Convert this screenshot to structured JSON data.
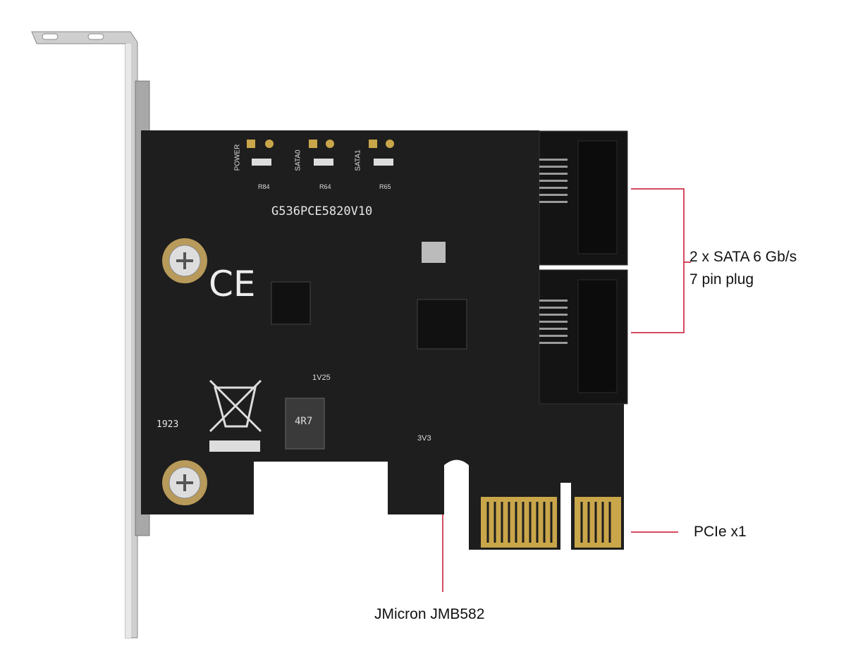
{
  "callouts": {
    "sata": {
      "line1": "2 x SATA 6 Gb/s",
      "line2": "7 pin plug"
    },
    "pcie": "PCIe x1",
    "controller": "JMicron JMB582"
  },
  "pcb_markings": {
    "led_labels": [
      "POWER",
      "SATA0",
      "SATA1"
    ],
    "resistor_labels": [
      "R84",
      "R64",
      "R65"
    ],
    "board_id": "G536PCE5820V10",
    "date_code": "1923",
    "inductor": "4R7",
    "rails": [
      "1V25",
      "3V3"
    ]
  },
  "colors": {
    "callout_line": "#c8102e",
    "pcb": "#1e1e1e",
    "gold": "#c9a64a",
    "bracket": "#c8c8c8"
  }
}
